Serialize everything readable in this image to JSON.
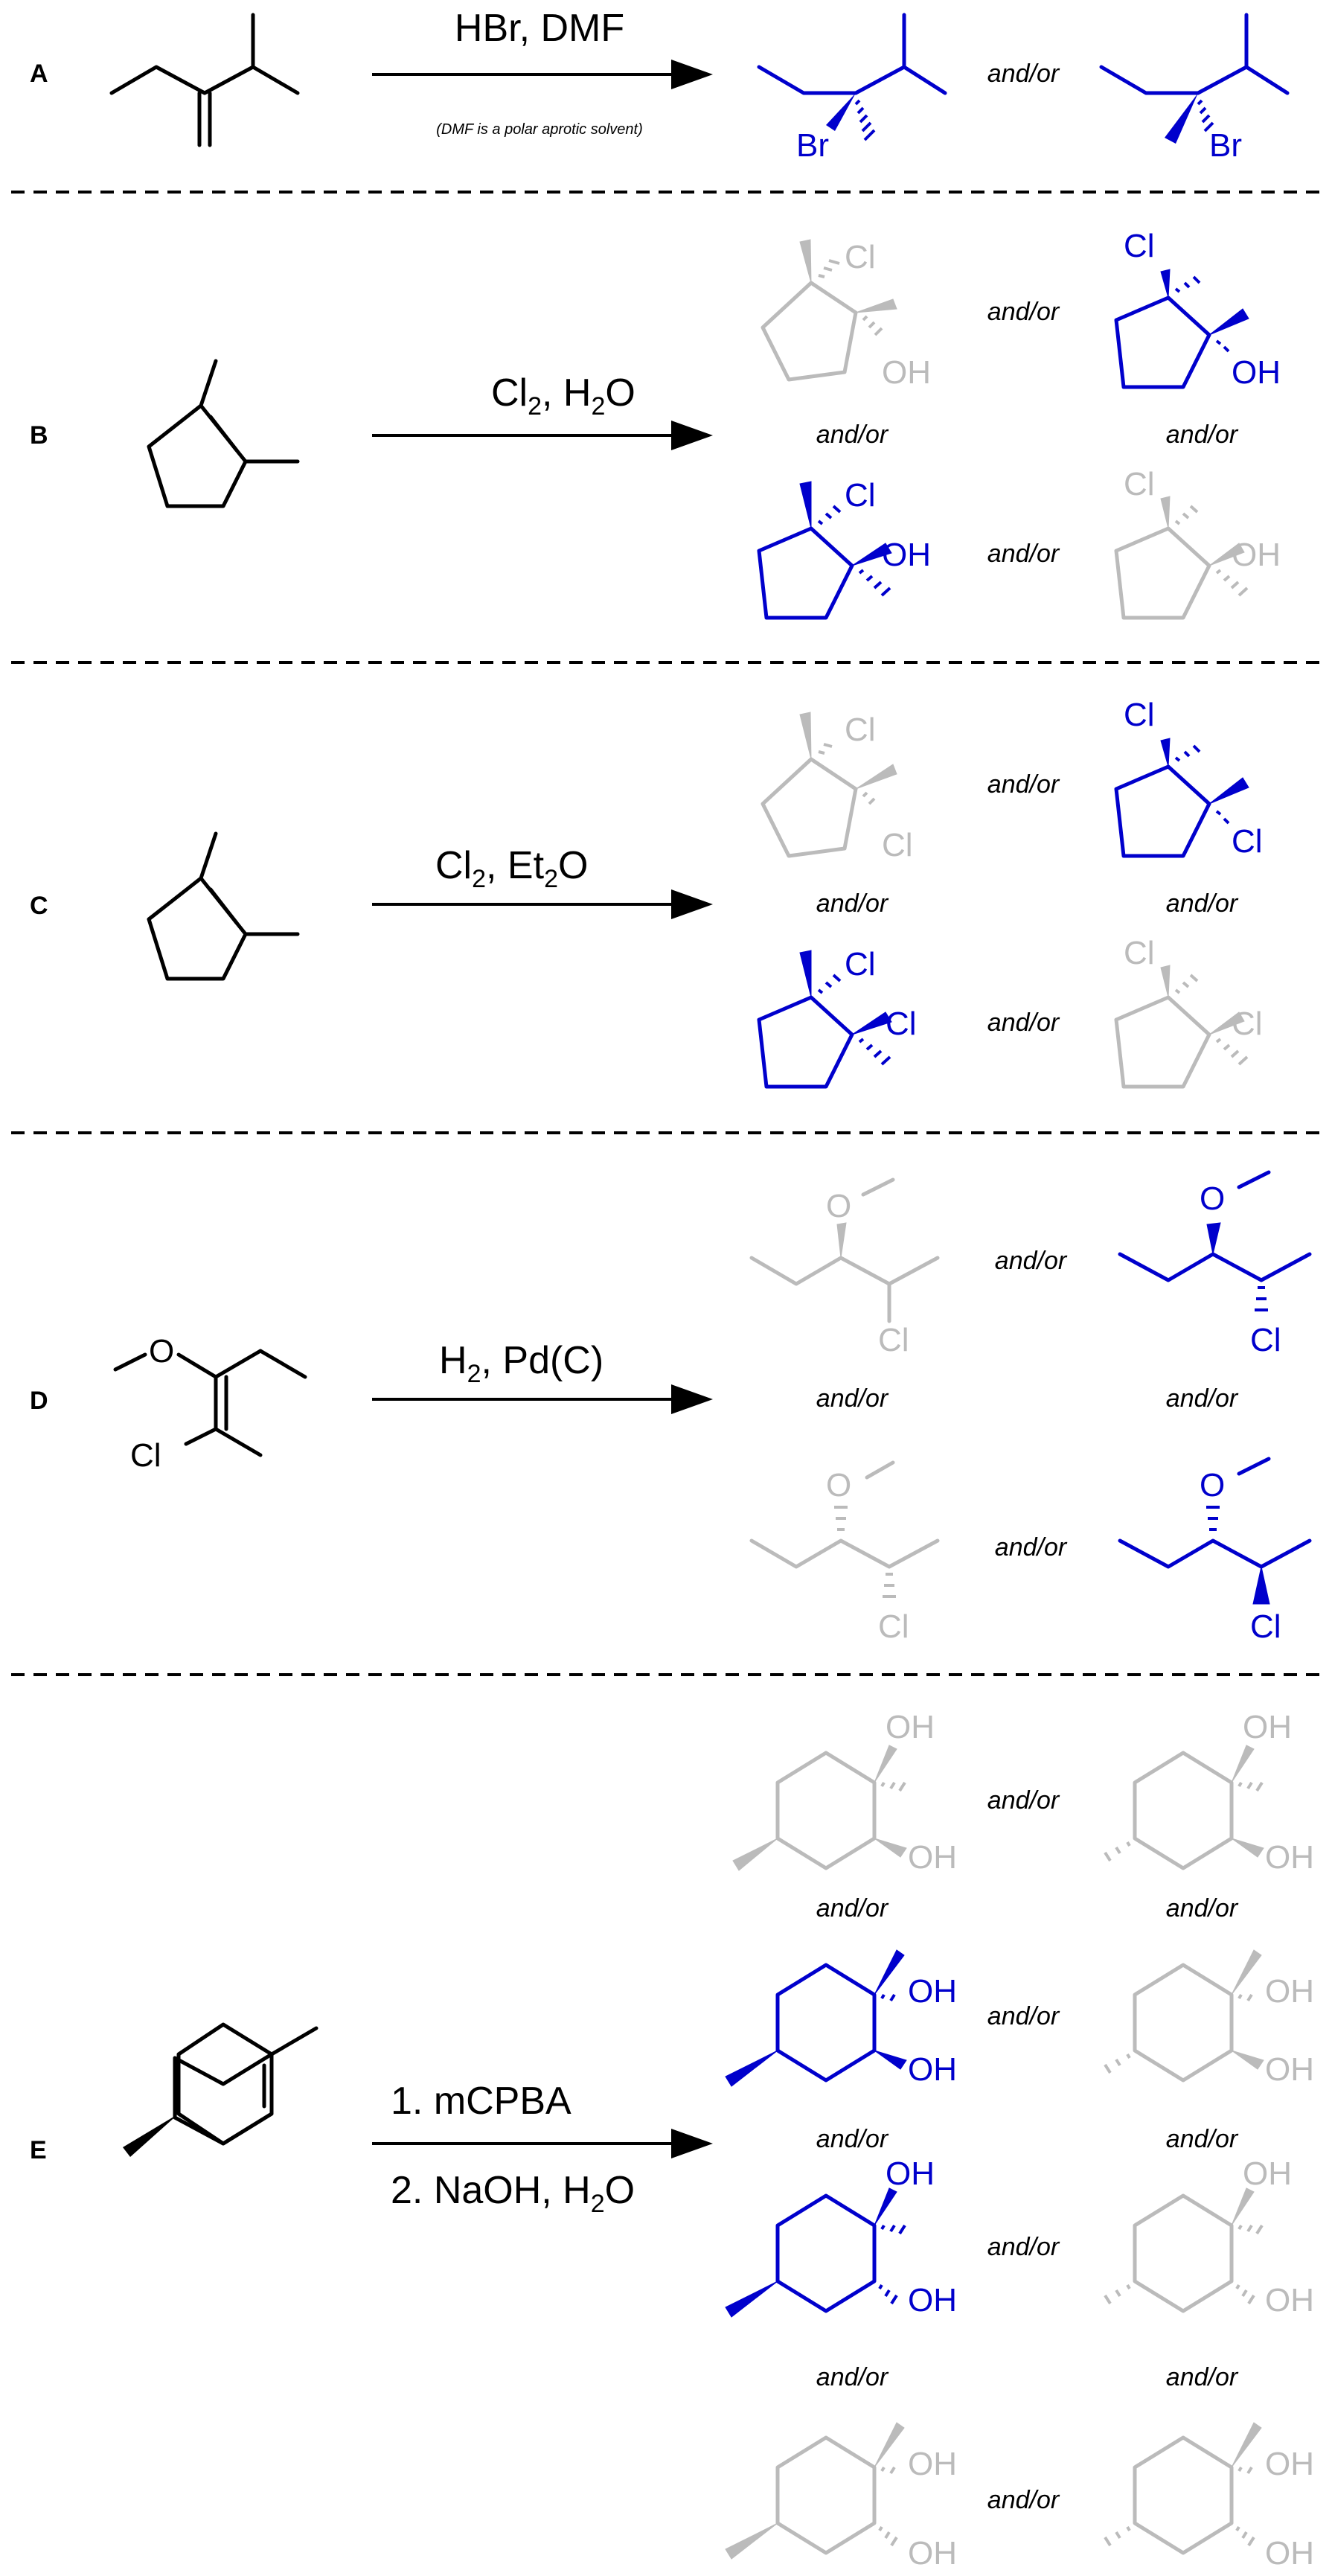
{
  "colors": {
    "reactant": "#000000",
    "correct_product": "#0000cc",
    "incorrect_product": "#bbbbbb",
    "separator": "#000000"
  },
  "connector_label": "and/or",
  "atoms": {
    "br": "Br",
    "cl": "Cl",
    "oh": "OH",
    "o": "O"
  },
  "sections": [
    {
      "id": "A",
      "label": "A",
      "reagent_line1": "HBr, DMF",
      "reagent_line2": "",
      "note": "(DMF is a polar aprotic solvent)",
      "reactant": "3-ethyl-2-methylbut-3-ene (1,1-disubstituted alkene)",
      "products": [
        {
          "status": "correct",
          "halogen": "Br"
        },
        {
          "status": "correct",
          "halogen": "Br"
        }
      ]
    },
    {
      "id": "B",
      "label": "B",
      "reagent_line1": "Cl",
      "reagent_sub1": "2",
      "reagent_rest1": ", H",
      "reagent_sub2": "2",
      "reagent_rest2": "O",
      "products": [
        {
          "status": "incorrect"
        },
        {
          "status": "correct"
        },
        {
          "status": "correct"
        },
        {
          "status": "incorrect"
        }
      ]
    },
    {
      "id": "C",
      "label": "C",
      "reagent_line1": "Cl",
      "reagent_sub1": "2",
      "reagent_rest1": ", Et",
      "reagent_sub2": "2",
      "reagent_rest2": "O",
      "products": [
        {
          "status": "incorrect"
        },
        {
          "status": "correct"
        },
        {
          "status": "correct"
        },
        {
          "status": "incorrect"
        }
      ]
    },
    {
      "id": "D",
      "label": "D",
      "reagent_line1": "H",
      "reagent_sub1": "2",
      "reagent_rest1": ", Pd(C)",
      "products": [
        {
          "status": "incorrect"
        },
        {
          "status": "correct"
        },
        {
          "status": "incorrect"
        },
        {
          "status": "correct"
        }
      ]
    },
    {
      "id": "E",
      "label": "E",
      "reagent_line1": "1. mCPBA",
      "reagent_line2_a": "2. NaOH, H",
      "reagent_line2_sub": "2",
      "reagent_line2_b": "O",
      "products": [
        {
          "status": "incorrect"
        },
        {
          "status": "incorrect"
        },
        {
          "status": "correct"
        },
        {
          "status": "incorrect"
        },
        {
          "status": "correct"
        },
        {
          "status": "incorrect"
        },
        {
          "status": "incorrect"
        },
        {
          "status": "incorrect"
        }
      ]
    }
  ]
}
